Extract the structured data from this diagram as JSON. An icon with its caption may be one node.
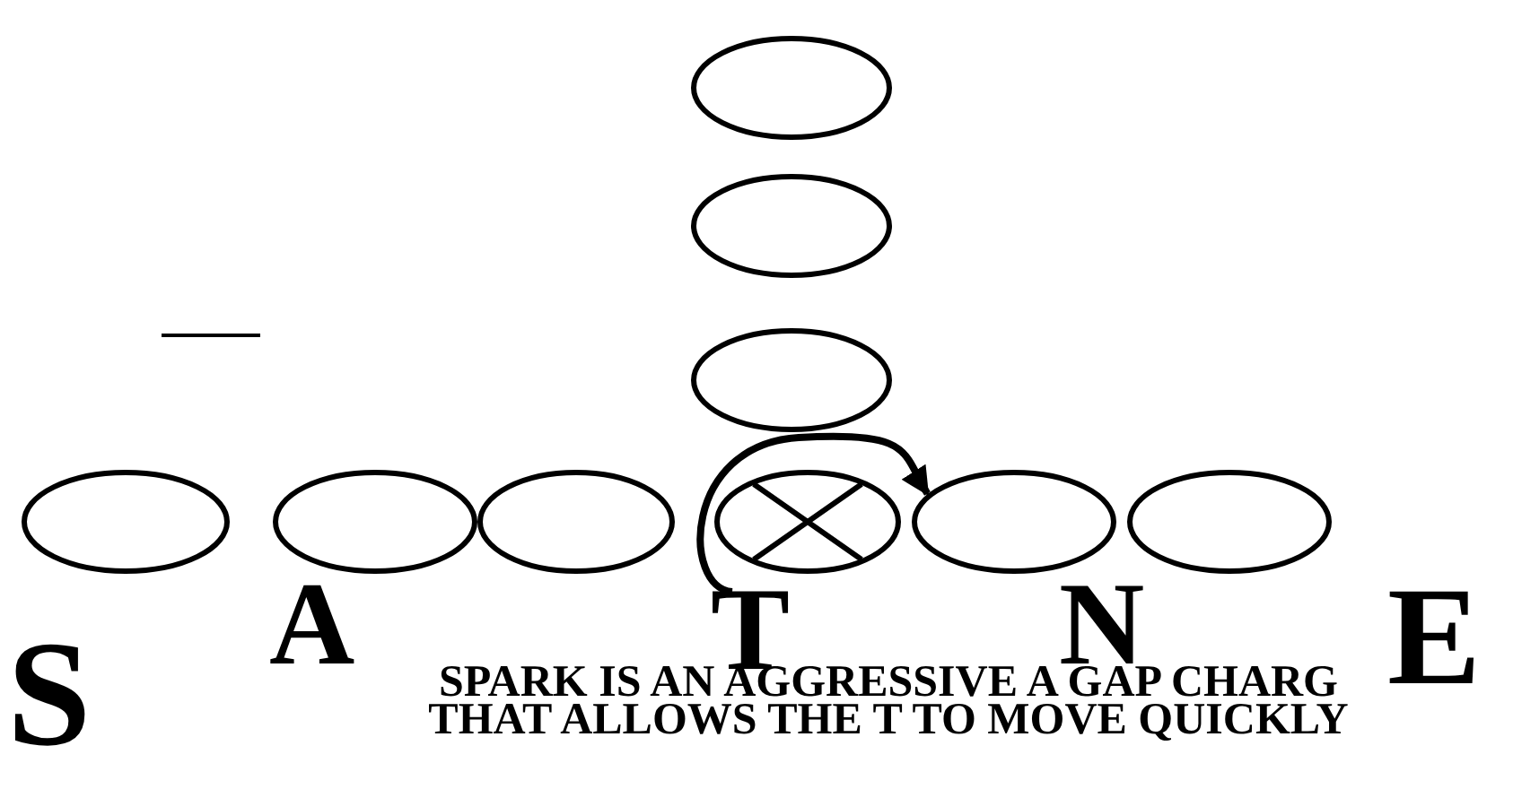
{
  "diagram": {
    "nodes": [
      {
        "text": [],
        "shape": "ellipse"
      },
      {
        "text": [],
        "shape": "ellipse"
      },
      {
        "text": [],
        "shape": "ellipse"
      },
      {
        "text": [],
        "shape": "ellipse"
      },
      {
        "text": [],
        "shape": "ellipse"
      },
      {
        "text": [],
        "shape": "ellipse"
      },
      {
        "text": [],
        "shape": "ellipse"
      },
      {
        "text": [],
        "shape": "ellipse"
      },
      {
        "text": [],
        "shape": "ellipse"
      },
      {
        "text": [
          "T"
        ]
      }
    ],
    "edges": [
      {
        "from": 9,
        "to": 7,
        "arrow": "to"
      }
    ],
    "labels": [
      "S",
      "A",
      "N",
      "E",
      "SPARK IS AN AGGRESSIVE A GAP CHARG THAT ALLOWS THE T TO MOVE QUICKLY"
    ]
  }
}
